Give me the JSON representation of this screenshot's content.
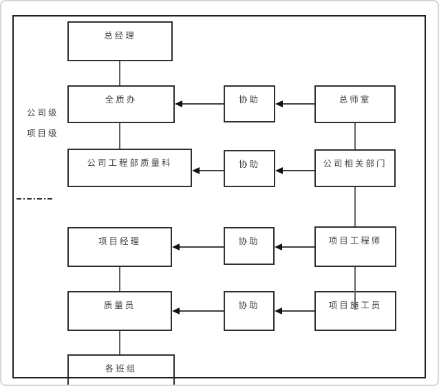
{
  "side_labels": {
    "company_level": "公司级",
    "project_level": "项目级"
  },
  "nodes": {
    "general_manager": {
      "label": "总经理"
    },
    "quality_office": {
      "label": "全质办"
    },
    "assist_company_1": {
      "label": "协助"
    },
    "chief_engineer_office": {
      "label": "总师室"
    },
    "engineering_dept_quality_section": {
      "label": "公司工程部质量科"
    },
    "assist_company_2": {
      "label": "协助"
    },
    "company_related_departments": {
      "label": "公司相关部门"
    },
    "project_manager": {
      "label": "项目经理"
    },
    "assist_project_1": {
      "label": "协助"
    },
    "project_engineer": {
      "label": "项目工程师"
    },
    "quality_officer": {
      "label": "质量员"
    },
    "assist_project_2": {
      "label": "协助"
    },
    "project_construction_worker": {
      "label": "项目施工员"
    },
    "work_teams": {
      "label": "各班组"
    }
  },
  "edges": [
    {
      "from": "general_manager",
      "to": "quality_office",
      "style": "line"
    },
    {
      "from": "quality_office",
      "to": "engineering_dept_quality_section",
      "style": "line"
    },
    {
      "from": "chief_engineer_office",
      "to": "company_related_departments",
      "style": "line"
    },
    {
      "from": "company_related_departments",
      "to": "project_engineer",
      "style": "line"
    },
    {
      "from": "project_engineer",
      "to": "project_construction_worker",
      "style": "line"
    },
    {
      "from": "project_manager",
      "to": "quality_officer",
      "style": "line"
    },
    {
      "from": "quality_officer",
      "to": "work_teams",
      "style": "line"
    },
    {
      "from": "chief_engineer_office",
      "to": "assist_company_1",
      "style": "arrow"
    },
    {
      "from": "assist_company_1",
      "to": "quality_office",
      "style": "arrow"
    },
    {
      "from": "company_related_departments",
      "to": "assist_company_2",
      "style": "arrow"
    },
    {
      "from": "assist_company_2",
      "to": "engineering_dept_quality_section",
      "style": "arrow"
    },
    {
      "from": "project_engineer",
      "to": "assist_project_1",
      "style": "arrow"
    },
    {
      "from": "assist_project_1",
      "to": "project_manager",
      "style": "arrow"
    },
    {
      "from": "project_construction_worker",
      "to": "assist_project_2",
      "style": "arrow"
    },
    {
      "from": "assist_project_2",
      "to": "quality_officer",
      "style": "arrow"
    }
  ],
  "colors": {
    "box_border": "#2e2e2e",
    "connector_line": "#5f5f5f",
    "arrow_shaft": "#3d3d3d",
    "arrowhead": "#111111",
    "text": "#3f3f3f",
    "frame": "#1f1f1f",
    "page_edge": "#d6d6d6",
    "background": "#ffffff"
  }
}
